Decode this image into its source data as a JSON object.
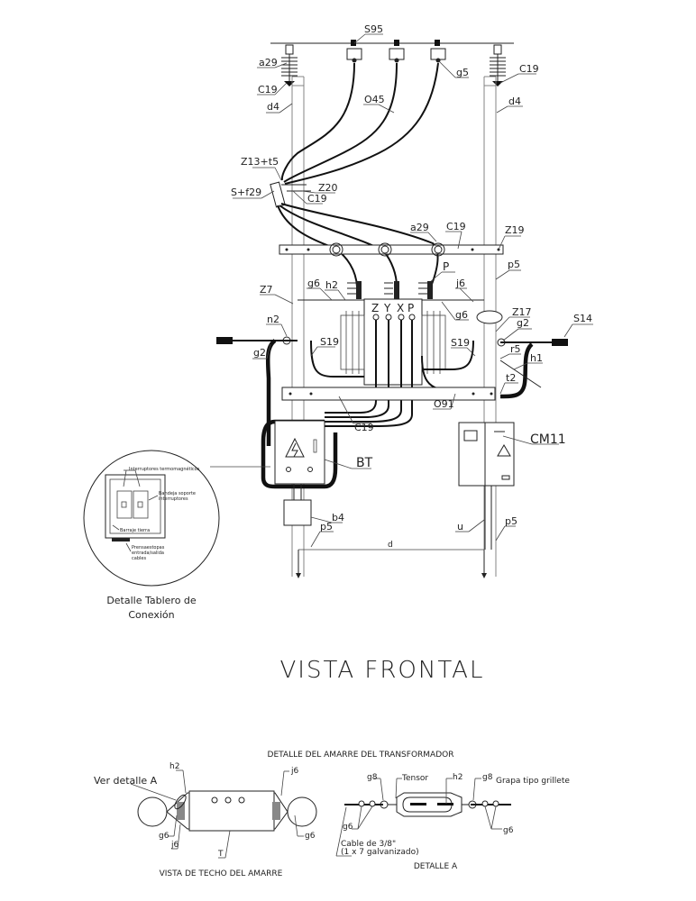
{
  "diagram": {
    "title": "VISTA FRONTAL",
    "labels": {
      "s95": "S95",
      "a29_left": "a29",
      "c19_left_top": "C19",
      "d4_left": "d4",
      "o45": "O45",
      "g5": "g5",
      "c19_right_top": "C19",
      "d4_right": "d4",
      "z13_t5": "Z13+t5",
      "s_f29": "S+f29",
      "z20": "Z20",
      "c19_mid": "C19",
      "a29_bar": "a29",
      "c19_bar": "C19",
      "z19": "Z19",
      "p5_right_top": "p5",
      "z7": "Z7",
      "g6_left": "g6",
      "h2_left": "h2",
      "p_label": "P",
      "j6": "j6",
      "g6_right": "g6",
      "z17": "Z17",
      "g2_right": "g2",
      "s14": "S14",
      "n2": "n2",
      "g2_left": "g2",
      "s19_left": "S19",
      "s19_right": "S19",
      "r5": "r5",
      "h1": "h1",
      "t2": "t2",
      "o91": "O91",
      "c19_low": "C19",
      "cm11": "CM11",
      "bt": "BT",
      "b4": "b4",
      "p5_left": "p5",
      "u": "u",
      "p5_right": "p5",
      "d": "d",
      "terminals": [
        "Z",
        "Y",
        "X",
        "P"
      ]
    },
    "detail_panel": {
      "caption_line1": "Detalle Tablero de",
      "caption_line2": "Conexión",
      "notes": {
        "breakers": "Interruptores termomagnéticos",
        "tray_line1": "Bandeja soporte",
        "tray_line2": "interruptores",
        "ground_bar": "Barraje tierra",
        "glands_line1": "Prensaestopas",
        "glands_line2": "entrada/salida",
        "glands_line3": "cables"
      }
    },
    "lashing": {
      "heading": "DETALLE DEL AMARRE DEL TRANSFORMADOR",
      "roof_view": {
        "caption": "VISTA DE TECHO DEL AMARRE",
        "see_detail": "Ver detalle A",
        "h2": "h2",
        "j6_top": "j6",
        "j6_bottom": "j6",
        "g6_left": "g6",
        "g6_right": "g6",
        "t": "T"
      },
      "detail_a": {
        "caption": "DETALLE A",
        "g8_left": "g8",
        "tensor": "Tensor",
        "h2": "h2",
        "g8_right": "g8",
        "shackle": "Grapa tipo grillete",
        "g6_left": "g6",
        "g6_right": "g6",
        "cable_line1": "Cable de 3/8\"",
        "cable_line2": "(1 x 7 galvanizado)"
      }
    }
  }
}
